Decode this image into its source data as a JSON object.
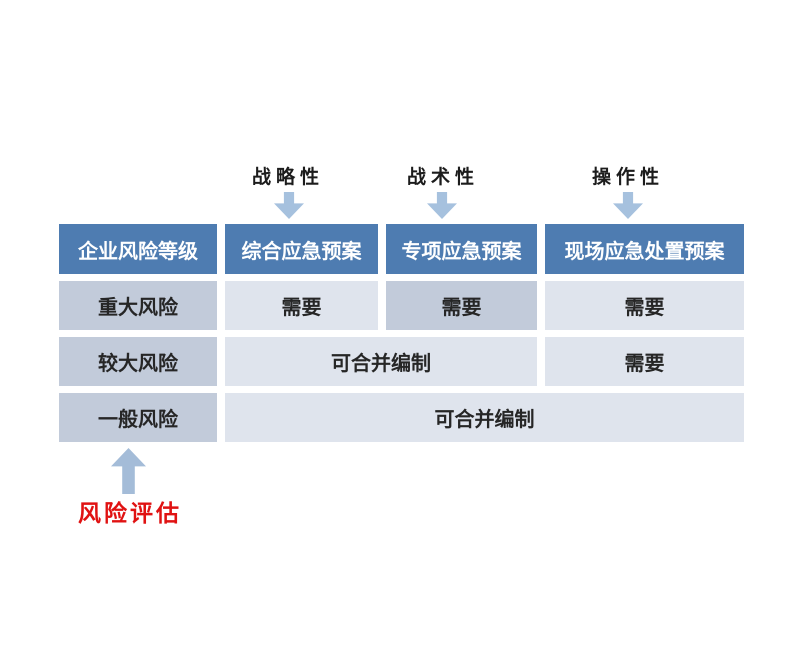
{
  "diagram": {
    "top_labels": [
      {
        "label": "战略性"
      },
      {
        "label": "战术性"
      },
      {
        "label": "操作性"
      }
    ],
    "bottom_label": "风险评估"
  },
  "table": {
    "headers": [
      "企业风险等级",
      "综合应急预案",
      "专项应急预案",
      "现场应急处置预案"
    ],
    "rows": [
      {
        "level": "重大风险",
        "cells": [
          "需要",
          "需要",
          "需要"
        ]
      },
      {
        "level": "较大风险",
        "cells": [
          "可合并编制",
          "需要"
        ]
      },
      {
        "level": "一般风险",
        "cells": [
          "可合并编制"
        ]
      }
    ]
  },
  "colors": {
    "header_bg": "#4e7cb1",
    "header_text": "#ffffff",
    "dark_cell_bg": "#c2cbda",
    "light_cell_bg": "#dfe4ed",
    "arrow_blue": "#a6c1de",
    "up_arrow_blue": "#a4bcd8",
    "annotation_red": "#e01212",
    "body_text": "#262626"
  }
}
